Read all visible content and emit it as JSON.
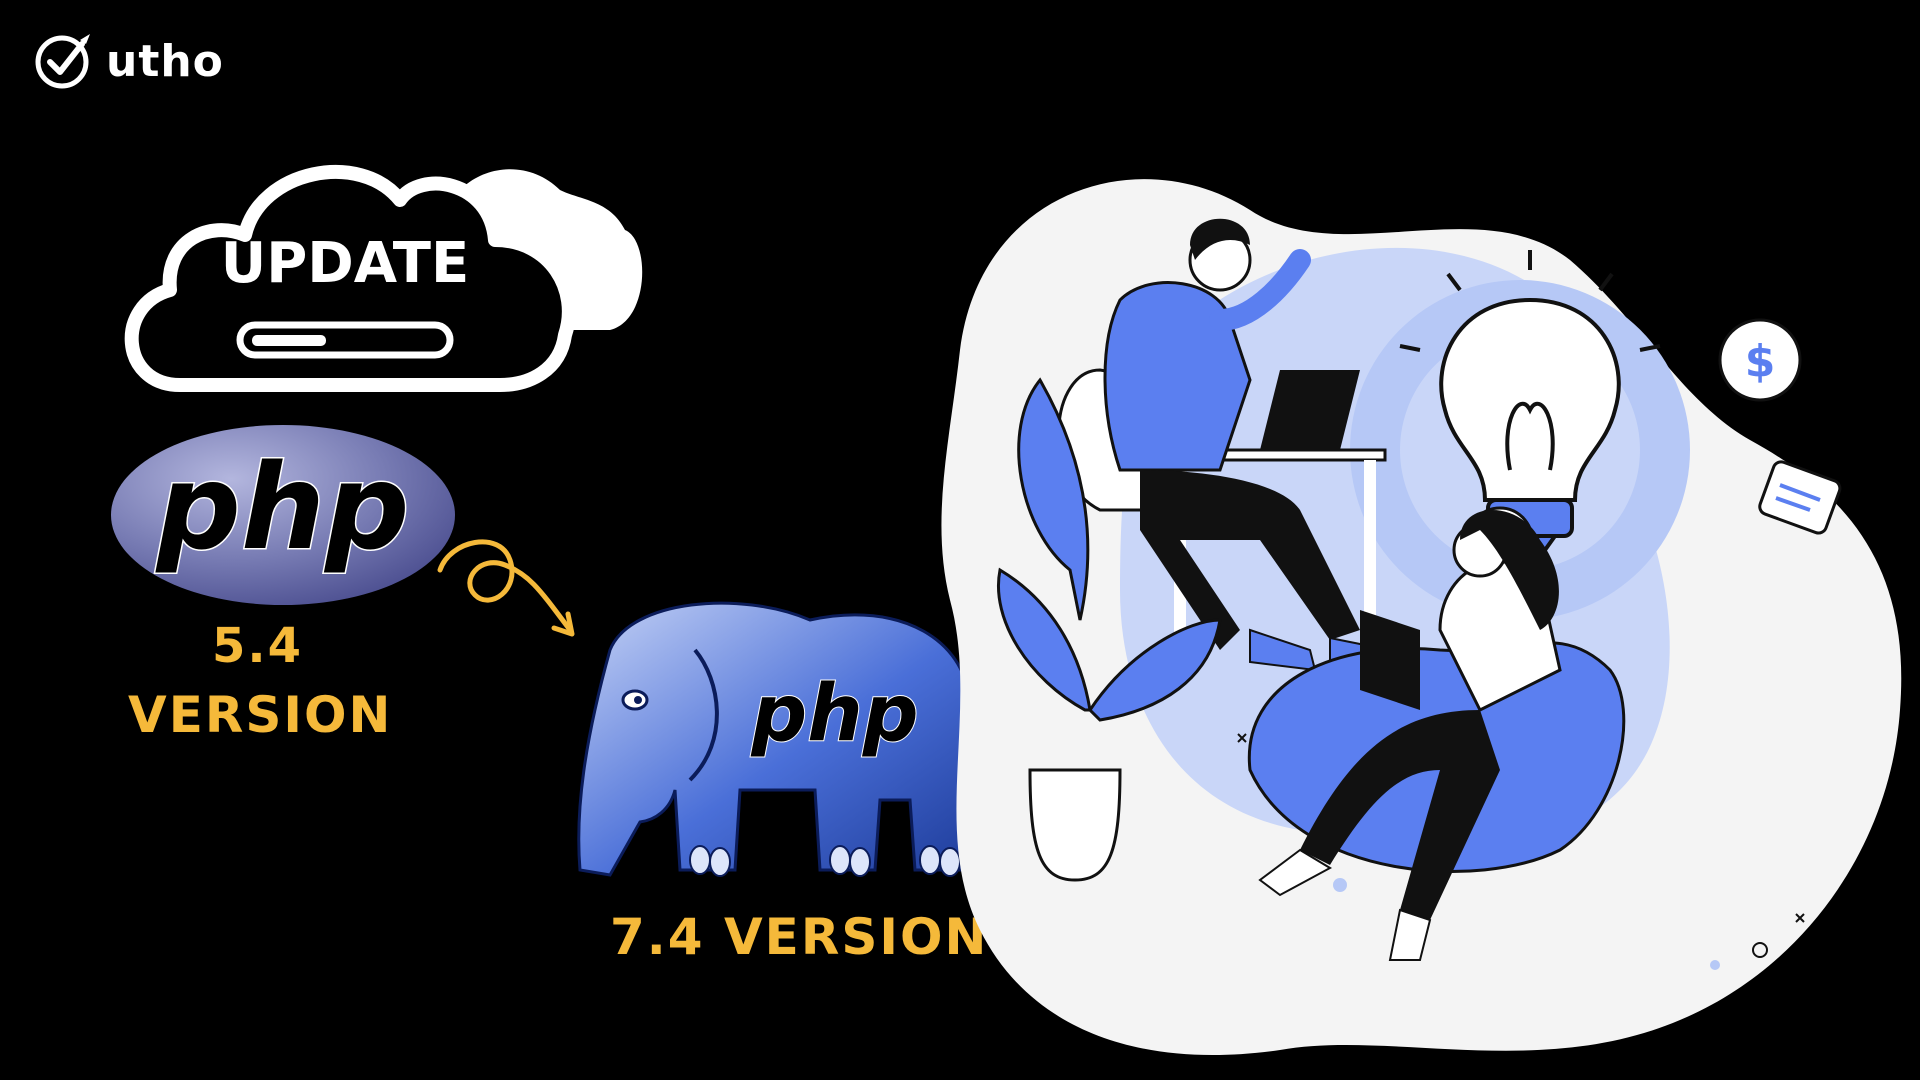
{
  "brand": {
    "name": "utho",
    "icon": "checkmark-rocket-icon"
  },
  "update": {
    "label": "UPDATE",
    "progress": 0.4
  },
  "old_version": {
    "logo_text": "php",
    "number": "5.4",
    "label": "VERSION"
  },
  "new_version": {
    "logo_text": "php",
    "label": "7.4 VERSION"
  },
  "colors": {
    "background": "#000000",
    "accent_yellow": "#F5B93A",
    "illustration_blue": "#5B7FF0",
    "illustration_light": "#C9D6F8",
    "php_purple": "#777BB3"
  }
}
